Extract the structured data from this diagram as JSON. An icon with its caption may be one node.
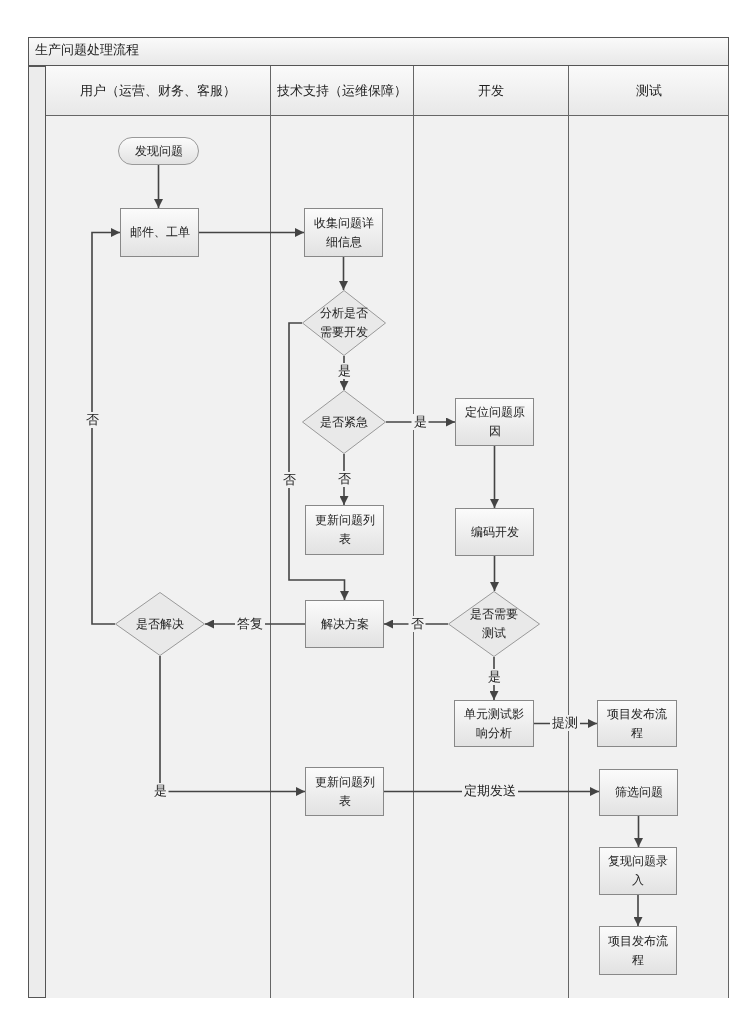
{
  "diagram": {
    "title": "生产问题处理流程",
    "nodes": [
      {
        "text": [
          "用户（运营、财务、客服）"
        ]
      },
      {
        "text": [
          "技术支持（运维保障）"
        ]
      },
      {
        "text": [
          "开发"
        ]
      },
      {
        "text": [
          "测试"
        ]
      },
      {
        "text": [
          "发现问题"
        ],
        "in": 0
      },
      {
        "text": [
          "邮件、工单"
        ],
        "in": 0
      },
      {
        "text": [
          "收集问题详细信息"
        ],
        "in": 1
      },
      {
        "text": [
          "分析是否需要开发"
        ],
        "in": 1
      },
      {
        "text": [
          "是否紧急"
        ],
        "in": 1
      },
      {
        "text": [
          "更新问题列表"
        ],
        "in": 1
      },
      {
        "text": [
          "定位问题原因"
        ],
        "in": 2
      },
      {
        "text": [
          "编码开发"
        ],
        "in": 2
      },
      {
        "text": [
          "是否需要测试"
        ],
        "in": 2
      },
      {
        "text": [
          "解决方案"
        ],
        "in": 1
      },
      {
        "text": [
          "是否解决"
        ],
        "in": 0
      },
      {
        "text": [
          "单元测试影响分析"
        ],
        "in": 2
      },
      {
        "text": [
          "项目发布流程"
        ],
        "in": 3
      },
      {
        "text": [
          "更新问题列表"
        ],
        "in": 1
      },
      {
        "text": [
          "筛选问题"
        ],
        "in": 3
      },
      {
        "text": [
          "复现问题录入"
        ],
        "in": 3
      },
      {
        "text": [
          "项目发布流程"
        ],
        "in": 3
      }
    ],
    "edges": [
      {
        "from": 4,
        "to": 5,
        "arrow": "to"
      },
      {
        "from": 5,
        "to": 6,
        "arrow": "to"
      },
      {
        "from": 6,
        "to": 7,
        "arrow": "to"
      },
      {
        "from": 7,
        "to": 8,
        "arrow": "to",
        "label": "是"
      },
      {
        "from": 7,
        "to": 13,
        "arrow": "to",
        "label": "否"
      },
      {
        "from": 8,
        "to": 10,
        "arrow": "to",
        "label": "是"
      },
      {
        "from": 8,
        "to": 9,
        "arrow": "to",
        "label": "否"
      },
      {
        "from": 10,
        "to": 11,
        "arrow": "to"
      },
      {
        "from": 11,
        "to": 12,
        "arrow": "to"
      },
      {
        "from": 12,
        "to": 13,
        "arrow": "to",
        "label": "否"
      },
      {
        "from": 12,
        "to": 15,
        "arrow": "to",
        "label": "是"
      },
      {
        "from": 13,
        "to": 14,
        "arrow": "to",
        "label": "答复"
      },
      {
        "from": 14,
        "to": 5,
        "arrow": "to",
        "label": "否"
      },
      {
        "from": 14,
        "to": 17,
        "arrow": "to",
        "label": "是"
      },
      {
        "from": 15,
        "to": 16,
        "arrow": "to",
        "label": "提测"
      },
      {
        "from": 17,
        "to": 18,
        "arrow": "to",
        "label": "定期发送"
      },
      {
        "from": 18,
        "to": 19,
        "arrow": "to"
      },
      {
        "from": 19,
        "to": 20,
        "arrow": "to"
      }
    ]
  }
}
